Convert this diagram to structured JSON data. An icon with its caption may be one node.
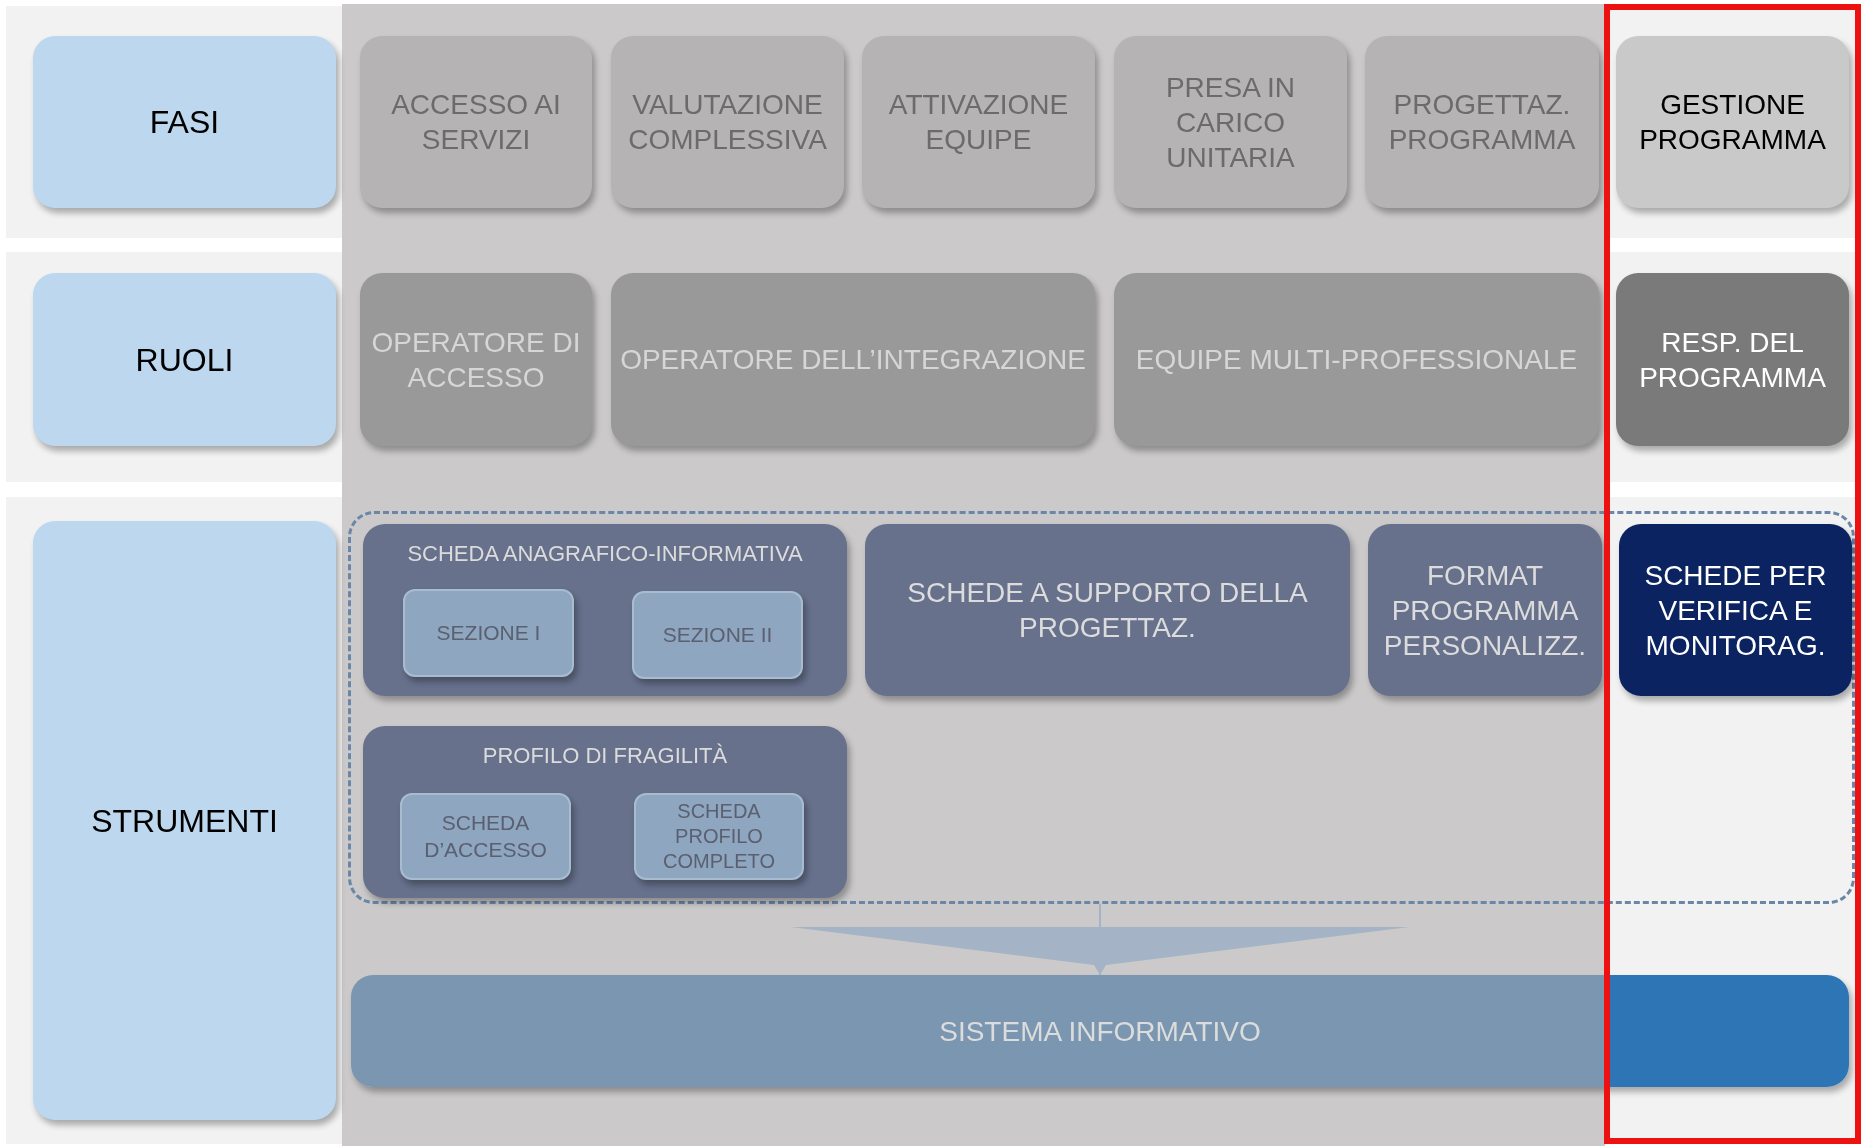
{
  "diagram": {
    "nodes": [
      {
        "text": [
          "FASI"
        ]
      },
      {
        "text": [
          "ACCESSO AI SERVIZI"
        ]
      },
      {
        "text": [
          "VALUTAZIONE COMPLESSIVA"
        ]
      },
      {
        "text": [
          "ATTIVAZIONE EQUIPE"
        ]
      },
      {
        "text": [
          "PRESA IN CARICO UNITARIA"
        ]
      },
      {
        "text": [
          "PROGETTAZ. PROGRAMMA"
        ]
      },
      {
        "text": [
          "GESTIONE PROGRAMMA"
        ]
      },
      {
        "text": [
          "RUOLI"
        ]
      },
      {
        "text": [
          "OPERATORE DI ACCESSO"
        ]
      },
      {
        "text": [
          "OPERATORE DELL’INTEGRAZIONE"
        ]
      },
      {
        "text": [
          "EQUIPE MULTI-PROFESSIONALE"
        ]
      },
      {
        "text": [
          "RESP. DEL PROGRAMMA"
        ]
      },
      {
        "text": [
          "STRUMENTI"
        ]
      },
      {
        "text": [],
        "shape": "box"
      },
      {
        "text": [
          "SCHEDA ANAGRAFICO-INFORMATIVA"
        ],
        "in": 13
      },
      {
        "text": [
          "SEZIONE I"
        ],
        "in": 14
      },
      {
        "text": [
          "SEZIONE II"
        ],
        "in": 14
      },
      {
        "text": [
          "SCHEDE A SUPPORTO DELLA PROGETTAZ."
        ],
        "in": 13
      },
      {
        "text": [
          "FORMAT PROGRAMMA PERSONALIZZ."
        ],
        "in": 13
      },
      {
        "text": [
          "SCHEDE PER VERIFICA E MONITORAG."
        ],
        "in": 13
      },
      {
        "text": [
          "PROFILO DI FRAGILITÀ"
        ],
        "in": 13
      },
      {
        "text": [
          "SCHEDA D’ACCESSO"
        ],
        "in": 20
      },
      {
        "text": [
          "SCHEDA PROFILO COMPLETO"
        ],
        "in": 20
      },
      {
        "text": [
          "SISTEMA INFORMATIVO"
        ]
      }
    ],
    "edges": [
      {
        "from": 13,
        "to": 23,
        "arrow": "to"
      }
    ]
  }
}
